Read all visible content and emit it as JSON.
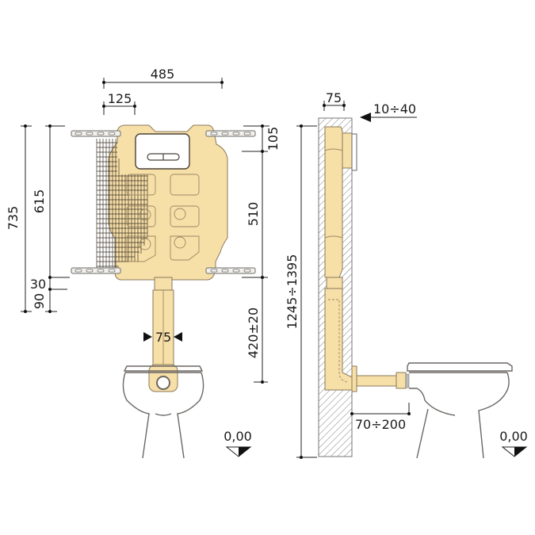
{
  "title": "Concealed WC cistern installation diagram (front and side views)",
  "colors": {
    "frame_fill": "#f7dfa8",
    "frame_stroke": "#8a7a5a",
    "dimension_lines": "#222222",
    "ceramic_outline": "#6b6763",
    "background": "#ffffff"
  },
  "front_view": {
    "dimensions": {
      "width_total": "485",
      "offset_left": "125",
      "height_total": "735",
      "height_frame": "615",
      "bottom_30": "30",
      "bottom_90": "90",
      "top_105": "105",
      "bracket_spacing": "510",
      "outlet_height": "420±20",
      "pipe_diameter": "75"
    },
    "floor_level": "0,00"
  },
  "side_view": {
    "dimensions": {
      "wall_depth": "75",
      "plate_offset": "10÷40",
      "total_height": "1245÷1395",
      "pan_distance": "70÷200"
    },
    "floor_level": "0,00"
  }
}
